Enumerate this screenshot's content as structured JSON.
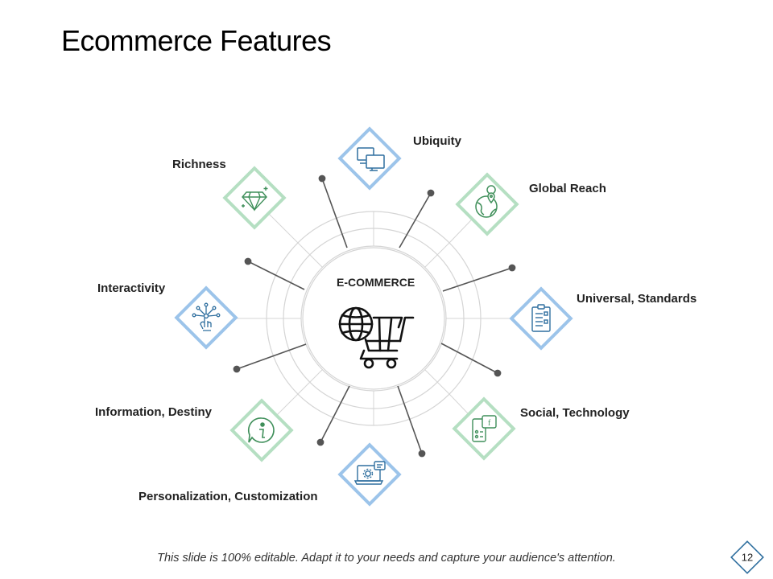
{
  "slide": {
    "title": "Ecommerce Features",
    "center_label": "E-COMMERCE",
    "footer": "This slide is 100% editable. Adapt it to your needs and capture your audience's attention.",
    "page_number": "12"
  },
  "features": [
    {
      "label": "Ubiquity",
      "icon": "computer-monitors-icon",
      "color": "#9CC4EA"
    },
    {
      "label": "Global Reach",
      "icon": "globe-location-icon",
      "color": "#B5DFC2"
    },
    {
      "label": "Universal, Standards",
      "icon": "checklist-clipboard-icon",
      "color": "#9CC4EA"
    },
    {
      "label": "Social, Technology",
      "icon": "social-media-phone-icon",
      "color": "#B5DFC2"
    },
    {
      "label": "Personalization, Customization",
      "icon": "laptop-settings-icon",
      "color": "#9CC4EA"
    },
    {
      "label": "Information, Destiny",
      "icon": "info-bubble-icon",
      "color": "#B5DFC2"
    },
    {
      "label": "Interactivity",
      "icon": "touch-network-icon",
      "color": "#9CC4EA"
    },
    {
      "label": "Richness",
      "icon": "diamond-icon",
      "color": "#B5DFC2"
    }
  ],
  "colors": {
    "blue_frame": "#9CC4EA",
    "green_frame": "#B5DFC2",
    "icon_blue": "#2F6F9F",
    "icon_green": "#3F8F5A",
    "connector": "#555555",
    "ring": "#D5D5D5"
  }
}
